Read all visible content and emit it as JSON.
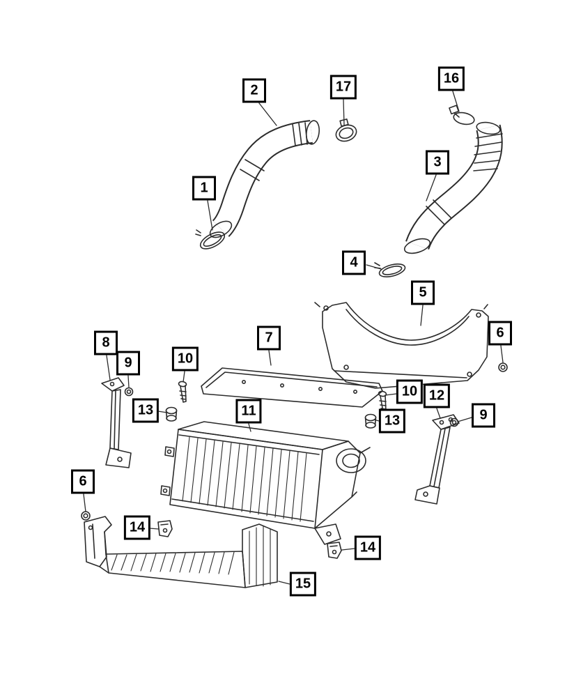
{
  "colors": {
    "background": "#ffffff",
    "line": "#2b2b2b",
    "callout_border": "#000000",
    "callout_text": "#000000"
  },
  "callouts": [
    {
      "label": "2"
    },
    {
      "label": "17"
    },
    {
      "label": "16"
    },
    {
      "label": "3"
    },
    {
      "label": "1"
    },
    {
      "label": "4"
    },
    {
      "label": "5"
    },
    {
      "label": "6"
    },
    {
      "label": "8"
    },
    {
      "label": "9"
    },
    {
      "label": "10"
    },
    {
      "label": "7"
    },
    {
      "label": "10"
    },
    {
      "label": "12"
    },
    {
      "label": "13"
    },
    {
      "label": "11"
    },
    {
      "label": "13"
    },
    {
      "label": "9"
    },
    {
      "label": "6"
    },
    {
      "label": "14"
    },
    {
      "label": "14"
    },
    {
      "label": "15"
    }
  ]
}
